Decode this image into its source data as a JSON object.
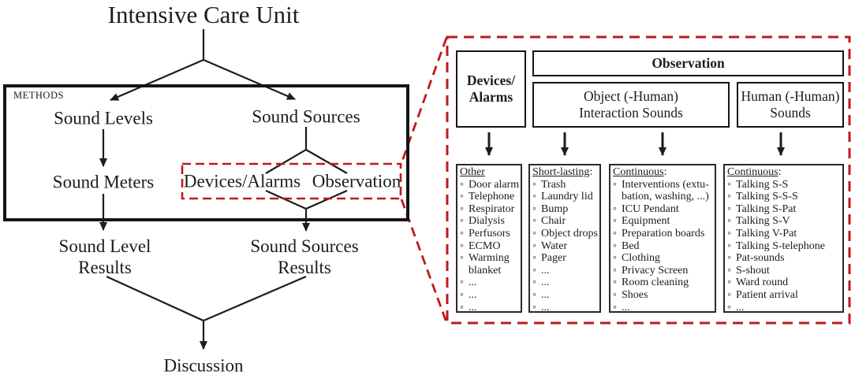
{
  "colors": {
    "accent_red": "#c1181d",
    "line_black": "#1c1c1c"
  },
  "flowchart": {
    "title": "Intensive Care Unit",
    "methods_label": "METHODS",
    "nodes": {
      "sound_levels": "Sound Levels",
      "sound_sources": "Sound Sources",
      "sound_meters": "Sound Meters",
      "devices_alarms": "Devices/Alarms",
      "observation": "Observation",
      "sound_level_results": "Sound Level\nResults",
      "sound_sources_results": "Sound Sources\nResults",
      "discussion": "Discussion"
    }
  },
  "detail_panel": {
    "bullet": "◦",
    "headers": {
      "devices_alarms": "Devices/\nAlarms",
      "observation": "Observation",
      "object_interaction": "Object (-Human)\nInteraction Sounds",
      "human_sounds": "Human (-Human)\nSounds"
    },
    "columns": [
      {
        "title": "Other",
        "colon": "",
        "items": [
          "Door alarm",
          "Telephone",
          "Respirator",
          "Dialysis",
          "Perfusors",
          "ECMO",
          "Warming\nblanket",
          "...",
          "...",
          "..."
        ]
      },
      {
        "title": "Short-lasting",
        "colon": ":",
        "items": [
          "Trash",
          "Laundry lid",
          "Bump",
          "Chair",
          "Object drops",
          "Water",
          "Pager",
          "...",
          "...",
          "...",
          "..."
        ]
      },
      {
        "title": "Continuous",
        "colon": ":",
        "items": [
          "Interventions (extu-\nbation, washing, ...)",
          "ICU Pendant",
          "Equipment",
          "Preparation boards",
          "Bed",
          "Clothing",
          "Privacy Screen",
          "Room cleaning",
          "Shoes",
          "..."
        ]
      },
      {
        "title": "Continuous",
        "colon": ":",
        "items": [
          "Talking S-S",
          "Talking S-S-S",
          "Talking S-Pat",
          "Talking S-V",
          "Talking V-Pat",
          "Talking S-telephone",
          "Pat-sounds",
          "S-shout",
          "Ward round",
          "Patient arrival",
          "..."
        ]
      }
    ]
  }
}
